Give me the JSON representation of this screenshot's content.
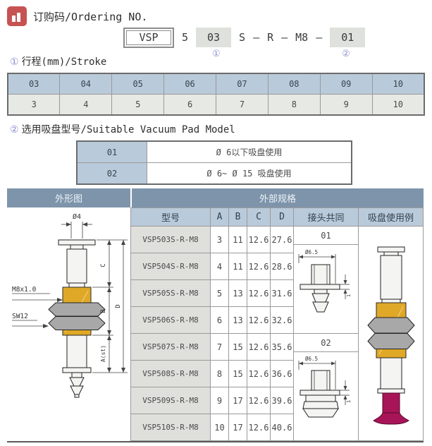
{
  "colors": {
    "header_dark": "#7E94AB",
    "header_light": "#B9CADA",
    "stroke_row_bg": "#E7EAE4",
    "model_cell_bg": "#DFE0DB",
    "code_box_bg": "#DEE1DC",
    "icon_red": "#C75252",
    "marker_violet": "#8A90C9",
    "gold": "#DFA826",
    "nut_gray": "#9E9E9E",
    "pad_crimson": "#A81458",
    "border_gray": "#9A9A9A"
  },
  "header": {
    "title": "订购码/Ordering NO."
  },
  "ordering_code": {
    "prefix": "VSP",
    "t1": "5",
    "t2": "03",
    "t3": "S",
    "t4": "–",
    "t5": "R",
    "t6": "–",
    "t7": "M8",
    "t8": "–",
    "t9": "01",
    "marker1": "①",
    "marker2": "②"
  },
  "section_stroke": {
    "marker": "①",
    "label": "行程(mm)/Stroke"
  },
  "stroke_table": {
    "codes": [
      "03",
      "04",
      "05",
      "06",
      "07",
      "08",
      "09",
      "10"
    ],
    "values": [
      "3",
      "4",
      "5",
      "6",
      "7",
      "8",
      "9",
      "10"
    ]
  },
  "section_pad": {
    "marker": "②",
    "label": "选用吸盘型号/Suitable Vacuum Pad Model"
  },
  "pad_model_table": {
    "rows": [
      {
        "code": "01",
        "desc": "Ø 6以下吸盘使用"
      },
      {
        "code": "02",
        "desc": "Ø 6~ Ø 15 吸盘使用"
      }
    ]
  },
  "main_table": {
    "header_left": "外形图",
    "header_right": "外部规格",
    "columns": [
      "型号",
      "A",
      "B",
      "C",
      "D",
      "接头共同",
      "吸盘使用例"
    ],
    "rows": [
      {
        "model": "VSP503S-R-M8",
        "a": "3",
        "b": "11",
        "c": "12.6",
        "d": "27.6"
      },
      {
        "model": "VSP504S-R-M8",
        "a": "4",
        "b": "11",
        "c": "12.6",
        "d": "28.6"
      },
      {
        "model": "VSP505S-R-M8",
        "a": "5",
        "b": "13",
        "c": "12.6",
        "d": "31.6"
      },
      {
        "model": "VSP506S-R-M8",
        "a": "6",
        "b": "13",
        "c": "12.6",
        "d": "32.6"
      },
      {
        "model": "VSP507S-R-M8",
        "a": "7",
        "b": "15",
        "c": "12.6",
        "d": "35.6"
      },
      {
        "model": "VSP508S-R-M8",
        "a": "8",
        "b": "15",
        "c": "12.6",
        "d": "36.6"
      },
      {
        "model": "VSP509S-R-M8",
        "a": "9",
        "b": "17",
        "c": "12.6",
        "d": "39.6"
      },
      {
        "model": "VSP510S-R-M8",
        "a": "10",
        "b": "17",
        "c": "12.6",
        "d": "40.6"
      }
    ],
    "fitting_groups": [
      {
        "label": "01"
      },
      {
        "label": "02"
      }
    ]
  },
  "drawings": {
    "outline": {
      "dim_diameter": "Ø4",
      "thread_label": "M8x1.0",
      "wrench_label": "SW12",
      "dim_c": "C",
      "dim_b": "B",
      "dim_a": "A(st)",
      "dim_d": "D"
    },
    "fitting01": {
      "dim_diameter": "Ø6.5",
      "dim_thickness": "1"
    },
    "fitting02": {
      "dim_diameter": "Ø6.5",
      "dim_thickness": "1"
    }
  }
}
